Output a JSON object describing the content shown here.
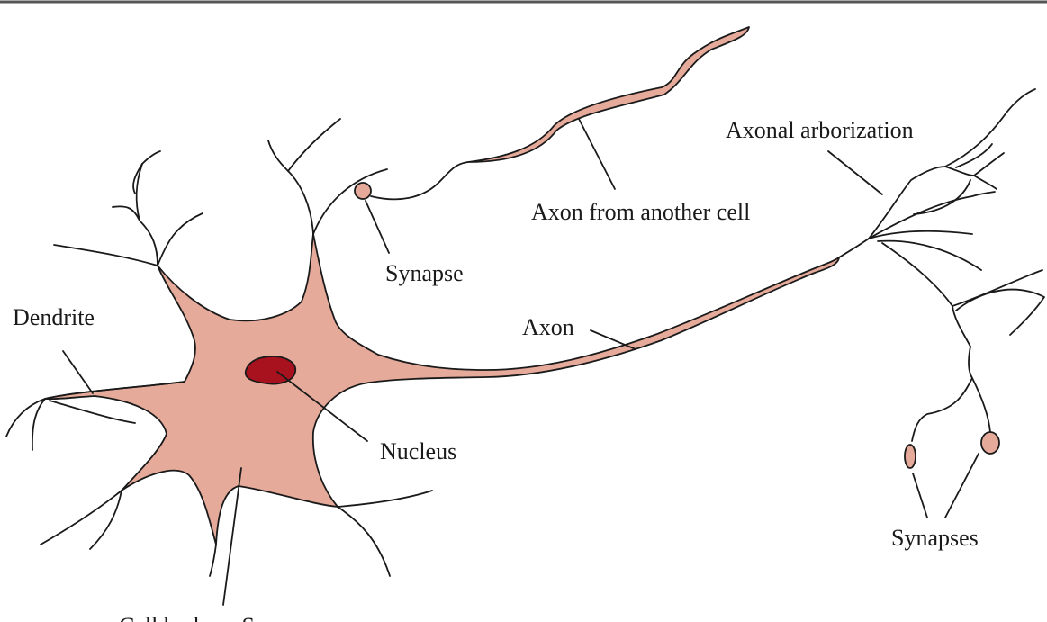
{
  "colors": {
    "cytoplasm": "#E6AA9A",
    "nucleus": "#A8121E",
    "outline": "#1A1A1A",
    "top_rule": "#555555"
  },
  "labels": {
    "dendrite": "Dendrite",
    "cell_body": "Cell body or Soma",
    "nucleus": "Nucleus",
    "synapse": "Synapse",
    "axon_from_another_cell": "Axon from another cell",
    "axon": "Axon",
    "axonal_arborization": "Axonal arborization",
    "synapses": "Synapses"
  }
}
